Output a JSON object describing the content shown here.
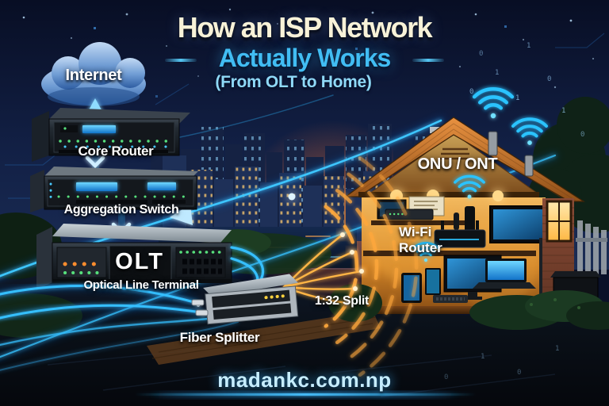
{
  "title": {
    "line1": "How an ISP Network",
    "line2": "Actually Works",
    "line3": "(From OLT to Home)"
  },
  "nodes": {
    "internet": {
      "label": "Internet"
    },
    "core_router": {
      "label": "Core Router"
    },
    "aggregation_switch": {
      "label": "Aggregation Switch"
    },
    "olt": {
      "big_label": "OLT",
      "label": "Optical Line Terminal"
    },
    "fiber_splitter": {
      "label": "Fiber Splitter"
    },
    "splitter_output": {
      "label": "1:32 Split"
    },
    "onu_ont": {
      "label": "ONU / ONT"
    },
    "wifi_router": {
      "label_line1": "Wi-Fi",
      "label_line2": "Router"
    }
  },
  "footer": {
    "website": "madankc.com.np"
  },
  "decor": {
    "bit0": "0",
    "bit1": "1"
  },
  "colors": {
    "accent_cyan": "#35c0ff",
    "fiber_orange": "#ff9d2f",
    "glow_blue": "#1477d6",
    "warm_interior": "#f7a93e",
    "roof_orange": "#c97a2e",
    "title_cream": "#f8f2d8",
    "title_cyan": "#41bdf3"
  }
}
